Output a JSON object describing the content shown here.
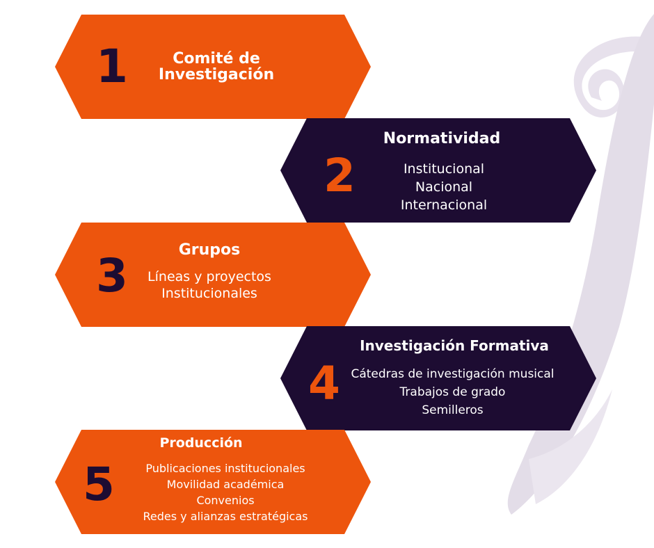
{
  "colors": {
    "orange": "#ed550d",
    "navy": "#1d0c32",
    "white": "#ffffff",
    "swirl": "#e3dde8"
  },
  "steps": [
    {
      "number": "1",
      "title_lines": [
        "Comité de",
        "Investigación"
      ],
      "lines": []
    },
    {
      "number": "2",
      "title_lines": [
        "Normatividad"
      ],
      "lines": [
        "Institucional",
        "Nacional",
        "Internacional"
      ]
    },
    {
      "number": "3",
      "title_lines": [
        "Grupos"
      ],
      "lines": [
        "Líneas y proyectos",
        "Institucionales"
      ]
    },
    {
      "number": "4",
      "title_lines": [
        "Investigación Formativa"
      ],
      "lines": [
        "Cátedras de investigación musical",
        "Trabajos de grado",
        "Semilleros"
      ]
    },
    {
      "number": "5",
      "title_lines": [
        "Producción"
      ],
      "lines": [
        "Publicaciones institucionales",
        "Movilidad académica",
        "Convenios",
        "Redes y alianzas estratégicas"
      ]
    }
  ]
}
